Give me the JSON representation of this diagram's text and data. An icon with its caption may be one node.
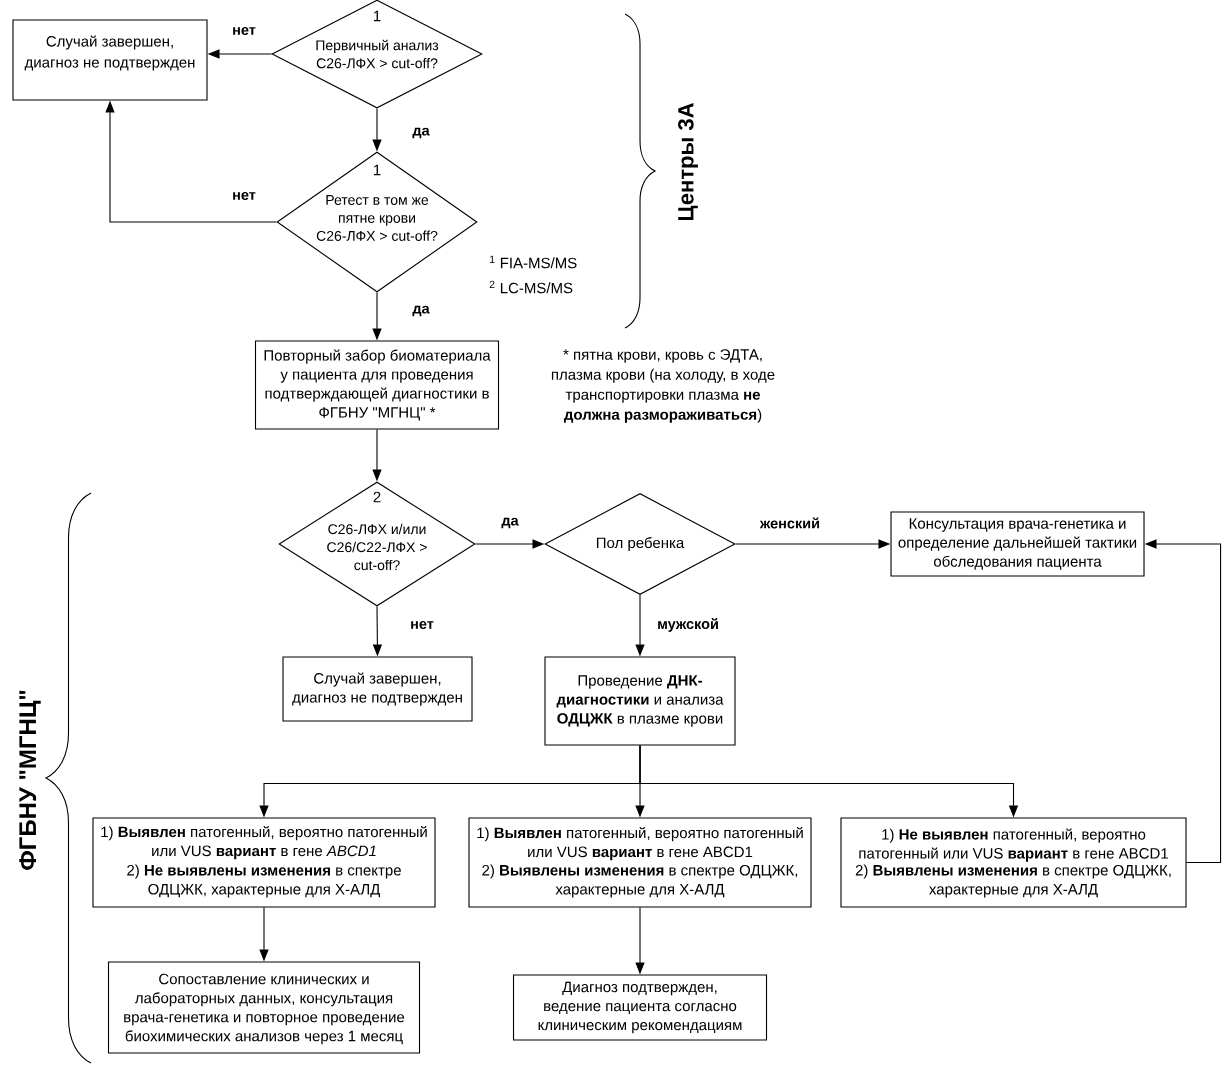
{
  "diagram": {
    "nodes": [
      {
        "text": [
          "Случай завершен, диагноз не подтвержден"
        ]
      },
      {
        "text": [
          "1",
          "Первичный анализ C26-ЛФХ > cut-off?"
        ]
      },
      {
        "text": [
          "1",
          "Ретест в том же пятне крови C26-ЛФХ > cut-off?"
        ]
      },
      {
        "text": [
          "Повторный забор биоматериала у пациента для проведения подтверждающей диагностики в ФГБНУ \"МГНЦ\" *"
        ]
      },
      {
        "text": [
          "2",
          "C26-ЛФХ и/или C26/C22-ЛФХ > cut-off?"
        ]
      },
      {
        "text": [
          "Пол ребенка"
        ]
      },
      {
        "text": [
          "Консультация врача-генетика и определение дальнейшей тактики обследования пациента"
        ]
      },
      {
        "text": [
          "Случай завершен, диагноз не подтвержден"
        ]
      },
      {
        "text": [
          "Проведение **ДНК-диагностики** и анализа **ОДЦЖК** в плазме крови"
        ]
      },
      {
        "text": [
          "1) **Выявлен** патогенный, вероятно патогенный или VUS **вариант** в гене *ABCD1*",
          "2) **Не выявлены изменения** в спектре ОДЦЖК, характерные для Х-АЛД"
        ]
      },
      {
        "text": [
          "1) **Выявлен** патогенный, вероятно патогенный или VUS **вариант** в гене ABCD1",
          "2) **Выявлены изменения** в спектре ОДЦЖК, характерные для Х-АЛД"
        ]
      },
      {
        "text": [
          "1) **Не выявлен** патогенный, вероятно патогенный или VUS **вариант** в гене ABCD1",
          "2) **Выявлены изменения** в спектре ОДЦЖК, характерные для Х-АЛД"
        ]
      },
      {
        "text": [
          "Сопоставление клинических и лабораторных данных, консультация врача-генетика и повторное проведение биохимических анализов через 1 месяц"
        ]
      },
      {
        "text": [
          "Диагноз подтвержден, ведение пациента согласно клиническим рекомендациям"
        ]
      }
    ],
    "edges": [
      {
        "from": 1,
        "to": 0,
        "arrow": "to",
        "label": "нет"
      },
      {
        "from": 1,
        "to": 2,
        "arrow": "to",
        "label": "да"
      },
      {
        "from": 2,
        "to": 0,
        "arrow": "to",
        "label": "нет"
      },
      {
        "from": 2,
        "to": 3,
        "arrow": "to",
        "label": "да"
      },
      {
        "from": 3,
        "to": 4,
        "arrow": "to"
      },
      {
        "from": 4,
        "to": 5,
        "arrow": "to",
        "label": "да"
      },
      {
        "from": 4,
        "to": 7,
        "arrow": "to",
        "label": "нет"
      },
      {
        "from": 5,
        "to": 6,
        "arrow": "to",
        "label": "женский"
      },
      {
        "from": 5,
        "to": 8,
        "arrow": "to",
        "label": "мужской"
      },
      {
        "from": 8,
        "to": 9,
        "arrow": "to"
      },
      {
        "from": 8,
        "to": 10,
        "arrow": "to"
      },
      {
        "from": 8,
        "to": 11,
        "arrow": "to"
      },
      {
        "from": 11,
        "to": 6,
        "arrow": "to"
      },
      {
        "from": 9,
        "to": 12,
        "arrow": "to"
      },
      {
        "from": 10,
        "to": 13,
        "arrow": "to"
      }
    ],
    "labels": [
      "Центры 3А",
      "$^{1}$ FIA-MS/MS",
      "$^{2}$ LC-MS/MS",
      "* пятна крови, кровь с ЭДТА, плазма крови (на холоду, в ходе транспортировки плазма **не должна размораживаться**)",
      "ФГБНУ \"МГНЦ\""
    ]
  }
}
